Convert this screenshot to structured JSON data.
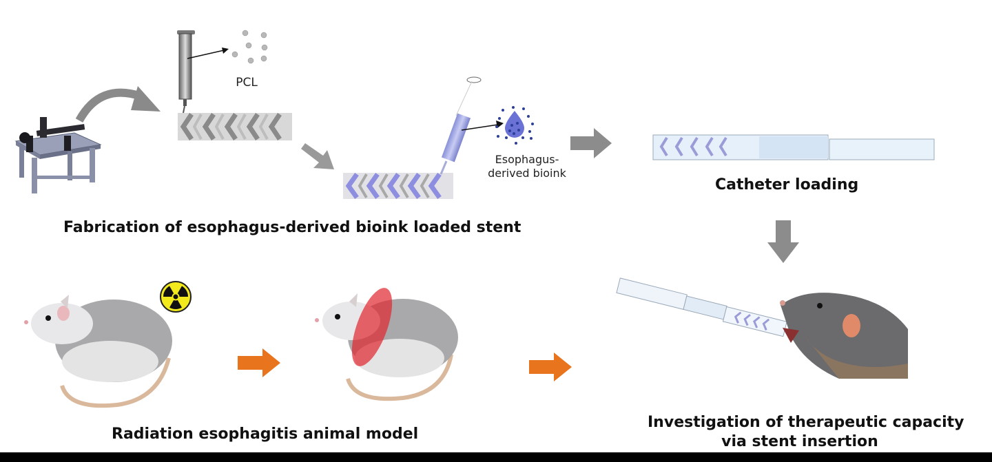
{
  "sections": {
    "fabrication": {
      "title": "Fabrication of esophagus-derived bioink loaded stent",
      "material_label": "PCL",
      "bioink_label_line1": "Esophagus-",
      "bioink_label_line2": "derived bioink"
    },
    "catheter": {
      "title": "Catheter loading"
    },
    "animal_model": {
      "title": "Radiation esophagitis animal model"
    },
    "investigation": {
      "title_line1": "Investigation of therapeutic capacity",
      "title_line2": "via stent insertion"
    }
  },
  "icons": {
    "printer": "3d-bioprinter-icon",
    "syringe_pcl": "pcl-syringe-icon",
    "particles": "pcl-particles-icon",
    "stent": "stent-icon",
    "syringe_bioink": "bioink-syringe-icon",
    "droplet": "bioink-droplet-icon",
    "catheter": "catheter-icon",
    "radiation": "radiation-hazard-icon",
    "rat": "rat-icon"
  },
  "colors": {
    "gray_arrow": "#8c8c8c",
    "orange_arrow": "#e8741e",
    "radiation_yellow": "#f2ea1c",
    "irradiation_zone": "#e0262d",
    "bioink_blue": "#6b72d6",
    "catheter_blue": "#dbe9f7"
  }
}
